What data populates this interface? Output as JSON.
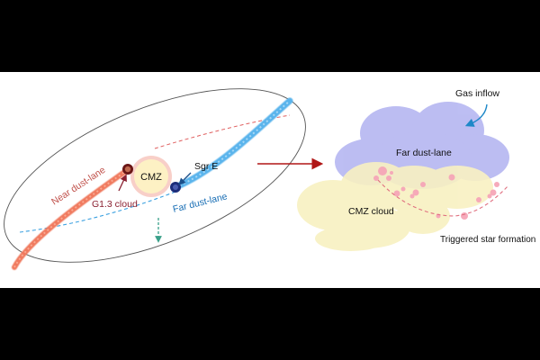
{
  "labels": {
    "cmz": "CMZ",
    "sgr_e": "Sgr E",
    "near_dust_lane": "Near dust-lane",
    "far_dust_lane_left": "Far dust-lane",
    "g13_cloud": "G1.3 cloud",
    "gas_inflow": "Gas inflow",
    "far_dust_lane_right": "Far dust-lane",
    "cmz_cloud": "CMZ cloud",
    "triggered_star_formation": "Triggered star formation"
  },
  "colors": {
    "near_lane": "#f07a5e",
    "far_lane": "#5ab4ec",
    "near_label": "#c0504a",
    "far_label": "#1a6fb5",
    "g13_label": "#8a2030",
    "arrow_main": "#b01616",
    "cmz_fill": "#fdf1c4",
    "cmz_ring": "#f8cfc8",
    "cloud_blue": "#b9baf2",
    "cloud_yellow": "#f8f1c2",
    "pink_blobs": "#f6a6b8",
    "inflow_arrow": "#1e88c8",
    "down_arrow": "#3aa08a"
  }
}
